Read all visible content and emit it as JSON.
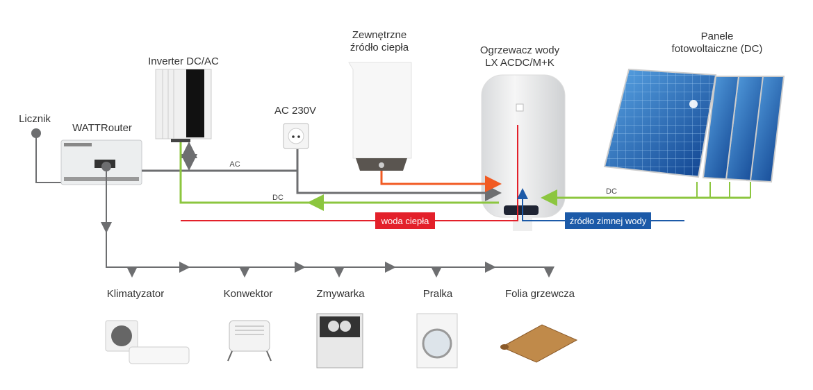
{
  "labels": {
    "meter": "Licznik",
    "router": "WATTRouter",
    "inverter": "Inverter DC/AC",
    "socket": "AC 230V",
    "ext_heat_1": "Zewnętrzne",
    "ext_heat_2": "źródło ciepła",
    "heater_1": "Ogrzewacz wody",
    "heater_2": "LX ACDC/M+K",
    "panels_1": "Panele",
    "panels_2": "fotowoltaiczne (DC)",
    "ac_line": "AC",
    "dc_line": "DC",
    "dc_panels": "DC",
    "hot_water": "woda ciepła",
    "cold_water": "źródło zimnej wody"
  },
  "appliances": [
    "Klimatyzator",
    "Konwektor",
    "Zmywarka",
    "Pralka",
    "Folia grzewcza"
  ],
  "colors": {
    "gray": "#6d6e70",
    "green": "#8cc63f",
    "orange": "#f15a22",
    "red": "#e3202a",
    "blue": "#1c5aa8"
  }
}
